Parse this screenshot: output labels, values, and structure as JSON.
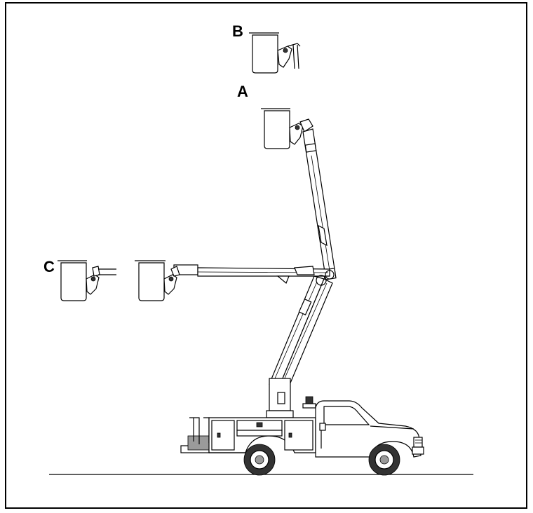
{
  "labels": {
    "b": "B",
    "a": "A",
    "c": "C"
  },
  "colors": {
    "line": "#000000",
    "background": "#ffffff"
  }
}
